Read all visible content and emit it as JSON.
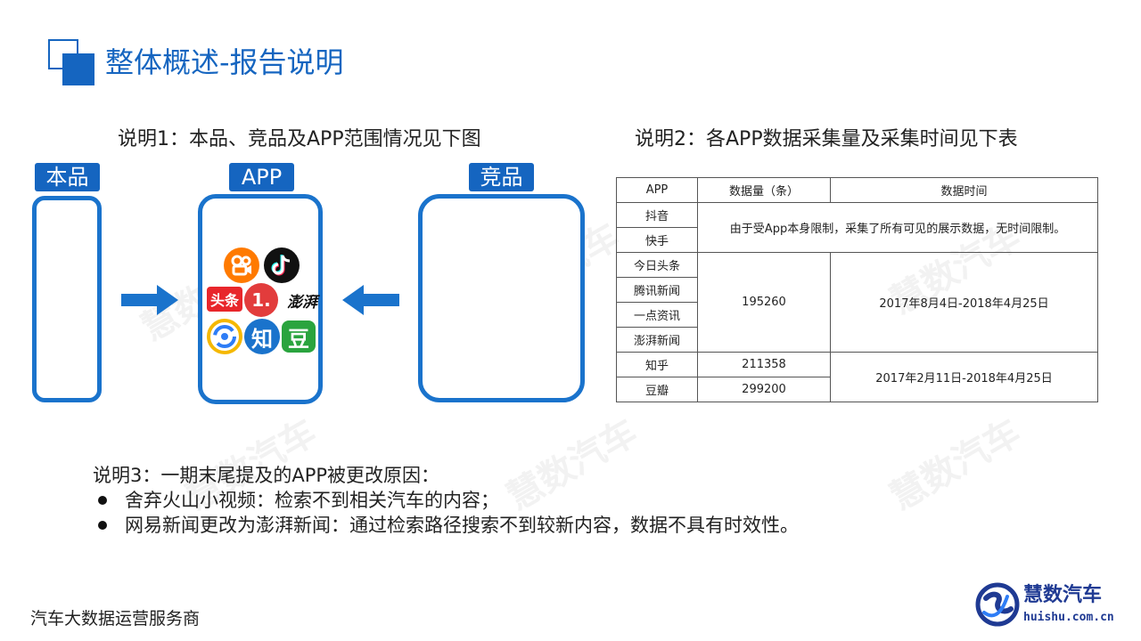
{
  "header": {
    "title": "整体概述-报告说明"
  },
  "note1": {
    "heading": "说明1：本品、竞品及APP范围情况见下图",
    "tags": {
      "own": "本品",
      "app": "APP",
      "competitor": "竞品"
    },
    "app_icons": {
      "toutiao": "头条",
      "yidian": "1.",
      "pengpai": "澎湃",
      "zhihu": "知",
      "douban": "豆"
    }
  },
  "note2": {
    "heading": "说明2：各APP数据采集量及采集时间见下表",
    "table": {
      "headers": [
        "APP",
        "数据量（条）",
        "数据时间"
      ],
      "group1": {
        "apps": [
          "抖音",
          "快手"
        ],
        "note": "由于受App本身限制，采集了所有可见的展示数据，无时间限制。"
      },
      "group2": {
        "apps": [
          "今日头条",
          "腾讯新闻",
          "一点资讯",
          "澎湃新闻"
        ],
        "count": "195260",
        "time": "2017年8月4日-2018年4月25日"
      },
      "group3": {
        "rows": [
          {
            "app": "知乎",
            "count": "211358"
          },
          {
            "app": "豆瓣",
            "count": "299200"
          }
        ],
        "time": "2017年2月11日-2018年4月25日"
      }
    }
  },
  "note3": {
    "heading": "说明3：一期末尾提及的APP被更改原因：",
    "bullets": [
      "舍弃火山小视频：检索不到相关汽车的内容；",
      "网易新闻更改为澎湃新闻：通过检索路径搜索不到较新内容，数据不具有时效性。"
    ]
  },
  "footer": {
    "tagline": "汽车大数据运营服务商",
    "brand_name": "慧数汽车",
    "brand_url": "huishu.com.cn",
    "watermark": "慧数汽车"
  },
  "colors": {
    "accent": "#1565c0",
    "box_border": "#1a73cc"
  }
}
